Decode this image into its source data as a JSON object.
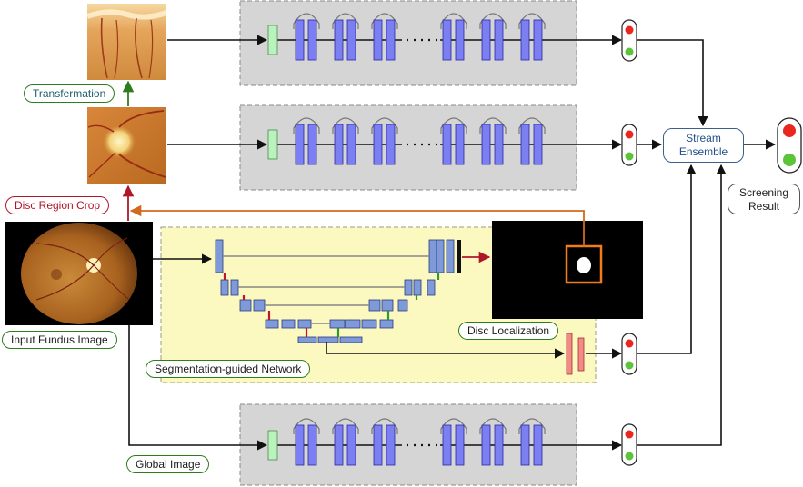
{
  "labels": {
    "transformation": "Transfermation",
    "disc_region_crop": "Disc Region Crop",
    "input_fundus_image": "Input Fundus Image",
    "segmentation_network": "Segmentation-guided Network",
    "disc_localization": "Disc Localization",
    "global_image": "Global Image",
    "stream_ensemble_line1": "Stream",
    "stream_ensemble_line2": "Ensemble",
    "screening_result_line1": "Screening",
    "screening_result_line2": "Result"
  },
  "colors": {
    "stream_panel": "#d5d5d5",
    "seg_panel": "#fbf9c0",
    "conv_block": "#7b7ff2",
    "input_block": "#b9f2bd",
    "unet_block": "#7e9ad8",
    "fc_block": "#f48a86",
    "arrow": "#111111",
    "crop_arrow": "#d2691e",
    "transform_arrow": "#2e7d1c",
    "seg_mask_arrow": "#b0162a",
    "light_red": "#e8281e",
    "light_green": "#5cc43a",
    "disc_box": "#f07c1a"
  }
}
